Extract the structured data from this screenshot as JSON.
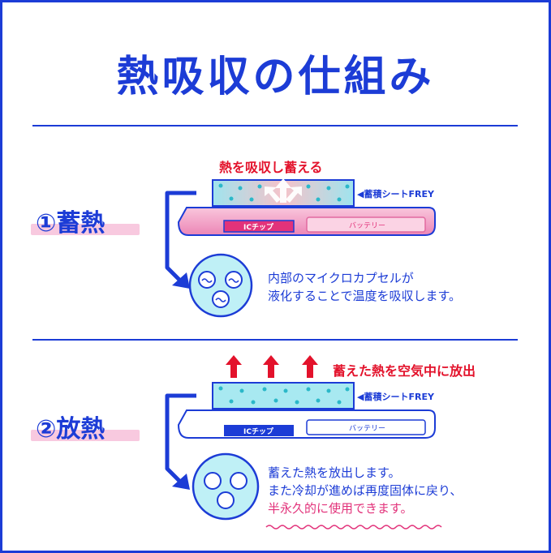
{
  "title": "熱吸収の仕組み",
  "section1": {
    "label": "①蓄熱",
    "caption": "熱を吸収し蓄える",
    "sheet_label": "◀蓄積シートFREY",
    "chip_label": "ICチップ",
    "battery_label": "バッテリー",
    "desc_line1": "内部のマイクロカプセルが",
    "desc_line2": "液化することで温度を吸収します。"
  },
  "section2": {
    "label": "②放熱",
    "caption": "蓄えた熱を空気中に放出",
    "sheet_label": "◀蓄積シートFREY",
    "chip_label": "ICチップ",
    "battery_label": "バッテリー",
    "desc_line1": "蓄えた熱を放出します。",
    "desc_line2": "また冷却が進めば再度固体に戻り、",
    "desc_line3": "半永久的に使用できます。"
  },
  "colors": {
    "brand_blue": "#1c3cd6",
    "red": "#e3122b",
    "pink": "#e2327a",
    "cyan": "#8fe3ec"
  }
}
